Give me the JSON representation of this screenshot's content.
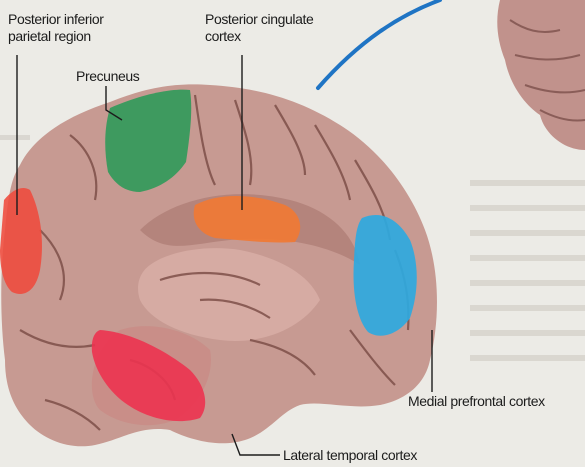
{
  "labels": {
    "posterior_inferior_parietal": [
      "Posterior inferior",
      "parietal region"
    ],
    "posterior_cingulate": [
      "Posterior cingulate",
      "cortex"
    ],
    "precuneus": "Precuneus",
    "medial_prefrontal": "Medial prefrontal cortex",
    "lateral_temporal": "Lateral temporal cortex"
  },
  "colors": {
    "posterior_inferior_parietal": "#ef4a3c",
    "precuneus": "#2f9a5a",
    "posterior_cingulate": "#f07a34",
    "medial_prefrontal": "#2ea9df",
    "lateral_temporal": "#ec3350",
    "brain_tissue": "#c79a92",
    "arrow": "#1f74c4"
  }
}
